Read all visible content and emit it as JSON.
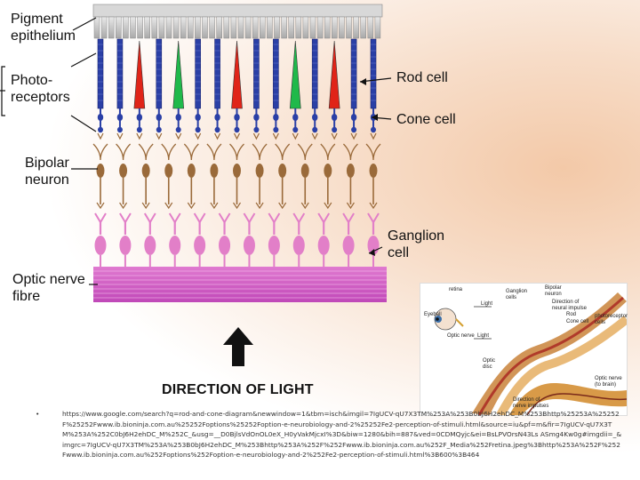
{
  "labels": {
    "pigment_epithelium": "Pigment\nepithelium",
    "photoreceptors": "Photo-\nreceptors",
    "bipolar_neuron": "Bipolar\nneuron",
    "optic_nerve_fibre": "Optic nerve\nfibre",
    "rod_cell": "Rod cell",
    "cone_cell": "Cone cell",
    "ganglion_cell": "Ganglion\ncell",
    "direction_of_light": "DIRECTION OF LIGHT"
  },
  "inset": {
    "retina": "retina",
    "eyeball": "Eyeball",
    "light_top": "Light",
    "optic_nerve": "Optic nerve",
    "light_bottom": "Light",
    "ganglion_cells": "Ganglion\ncells",
    "bipolar_neuron": "Bipolar\nneuron",
    "direction_neural": "Direction of\nneural impulse",
    "rod": "Rod",
    "cone_cell": "Cone cell",
    "photoreceptor": "photoreceptor\ncells",
    "optic_disc": "Optic\ndisc",
    "optic_nerve_to_brain": "Optic nerve\n(to brain)",
    "direction_nerve_impulse": "Direction of\nnerve impulses"
  },
  "footer": {
    "bullet": "•",
    "text": "https://www.google.com/search?q=rod-and-cone-diagram&newwindow=1&tbm=isch&imgil=7IgUCV-qU7X3TM%253A%253B0bJ6H2ehDC_M%253Bhttp%25253A%25252F%25252Fwww.ib.bioninja.com.au%25252Foptions%25252Foption-e-neurobiology-and-2%25252Fe2-perception-of-stimuli.html&source=iu&pf=m&fir=7IgUCV-qU7X3TM%253A%252C0bJ6H2ehDC_M%252C_&usg=__D0BjlsVdOnOL0eX_H0yVakMjcxI%3D&biw=1280&bih=887&ved=0CDMQyjc&ei=BsLPVOrsN43Ls ASmg4Kw0g#imgdii=_&imgrc=7IgUCV-qU7X3TM%253A%253B0bJ6H2ehDC_M%253Bhttp%253A%252F%252Fwww.ib.bioninja.com.au%252F_Media%252Fretina.jpeg%3Bhttp%253A%252F%252Fwww.ib.bioninja.com.au%252Foptions%252Foption-e-neurobiology-and-2%252Fe2-perception-of-stimuli.html%3B600%3B464"
  },
  "colors": {
    "rod_blue": "#2a3fa6",
    "cone_red": "#e02418",
    "cone_green": "#1fb94a",
    "bipolar_brown": "#9a6a3a",
    "ganglion_pink": "#e27fc8",
    "fibre_magenta": "#d860c8",
    "epithelium_gray": "#c9c9c9"
  },
  "photoreceptor_sequence": [
    "rod",
    "rod",
    "cone-red",
    "rod",
    "cone-green",
    "rod",
    "rod",
    "cone-red",
    "rod",
    "rod",
    "cone-green",
    "rod",
    "cone-red",
    "rod",
    "rod"
  ]
}
